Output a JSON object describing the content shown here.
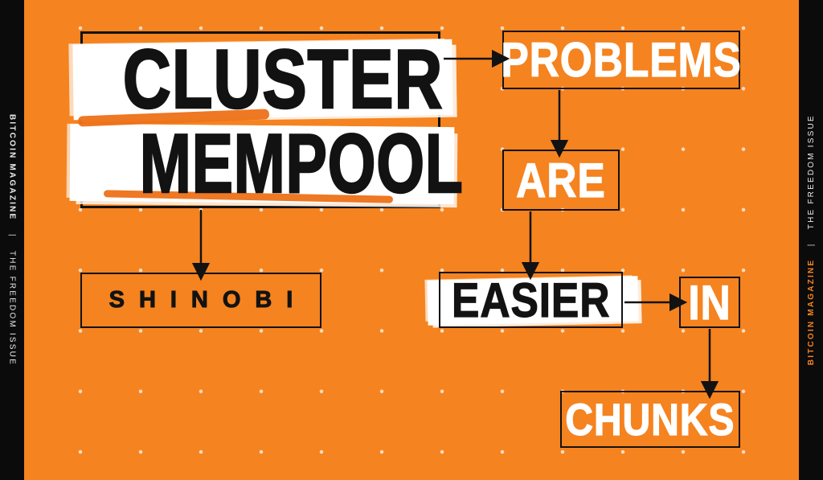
{
  "colors": {
    "background": "#F5831F",
    "ink": "#121212",
    "paper": "#FFFFFF",
    "bar": "#0B0B0B"
  },
  "edge_bars": {
    "brand": "BITCOIN MAGAZINE",
    "separator": "|",
    "issue": "THE FREEDOM ISSUE"
  },
  "diagram": {
    "title": {
      "line1": "CLUSTER",
      "line2": "MEMPOOL"
    },
    "author": "SHINOBI",
    "nodes": {
      "problems": {
        "label": "PROBLEMS"
      },
      "are": {
        "label": "ARE"
      },
      "easier": {
        "label": "EASIER"
      },
      "in": {
        "label": "IN"
      },
      "chunks": {
        "label": "CHUNKS"
      }
    }
  }
}
